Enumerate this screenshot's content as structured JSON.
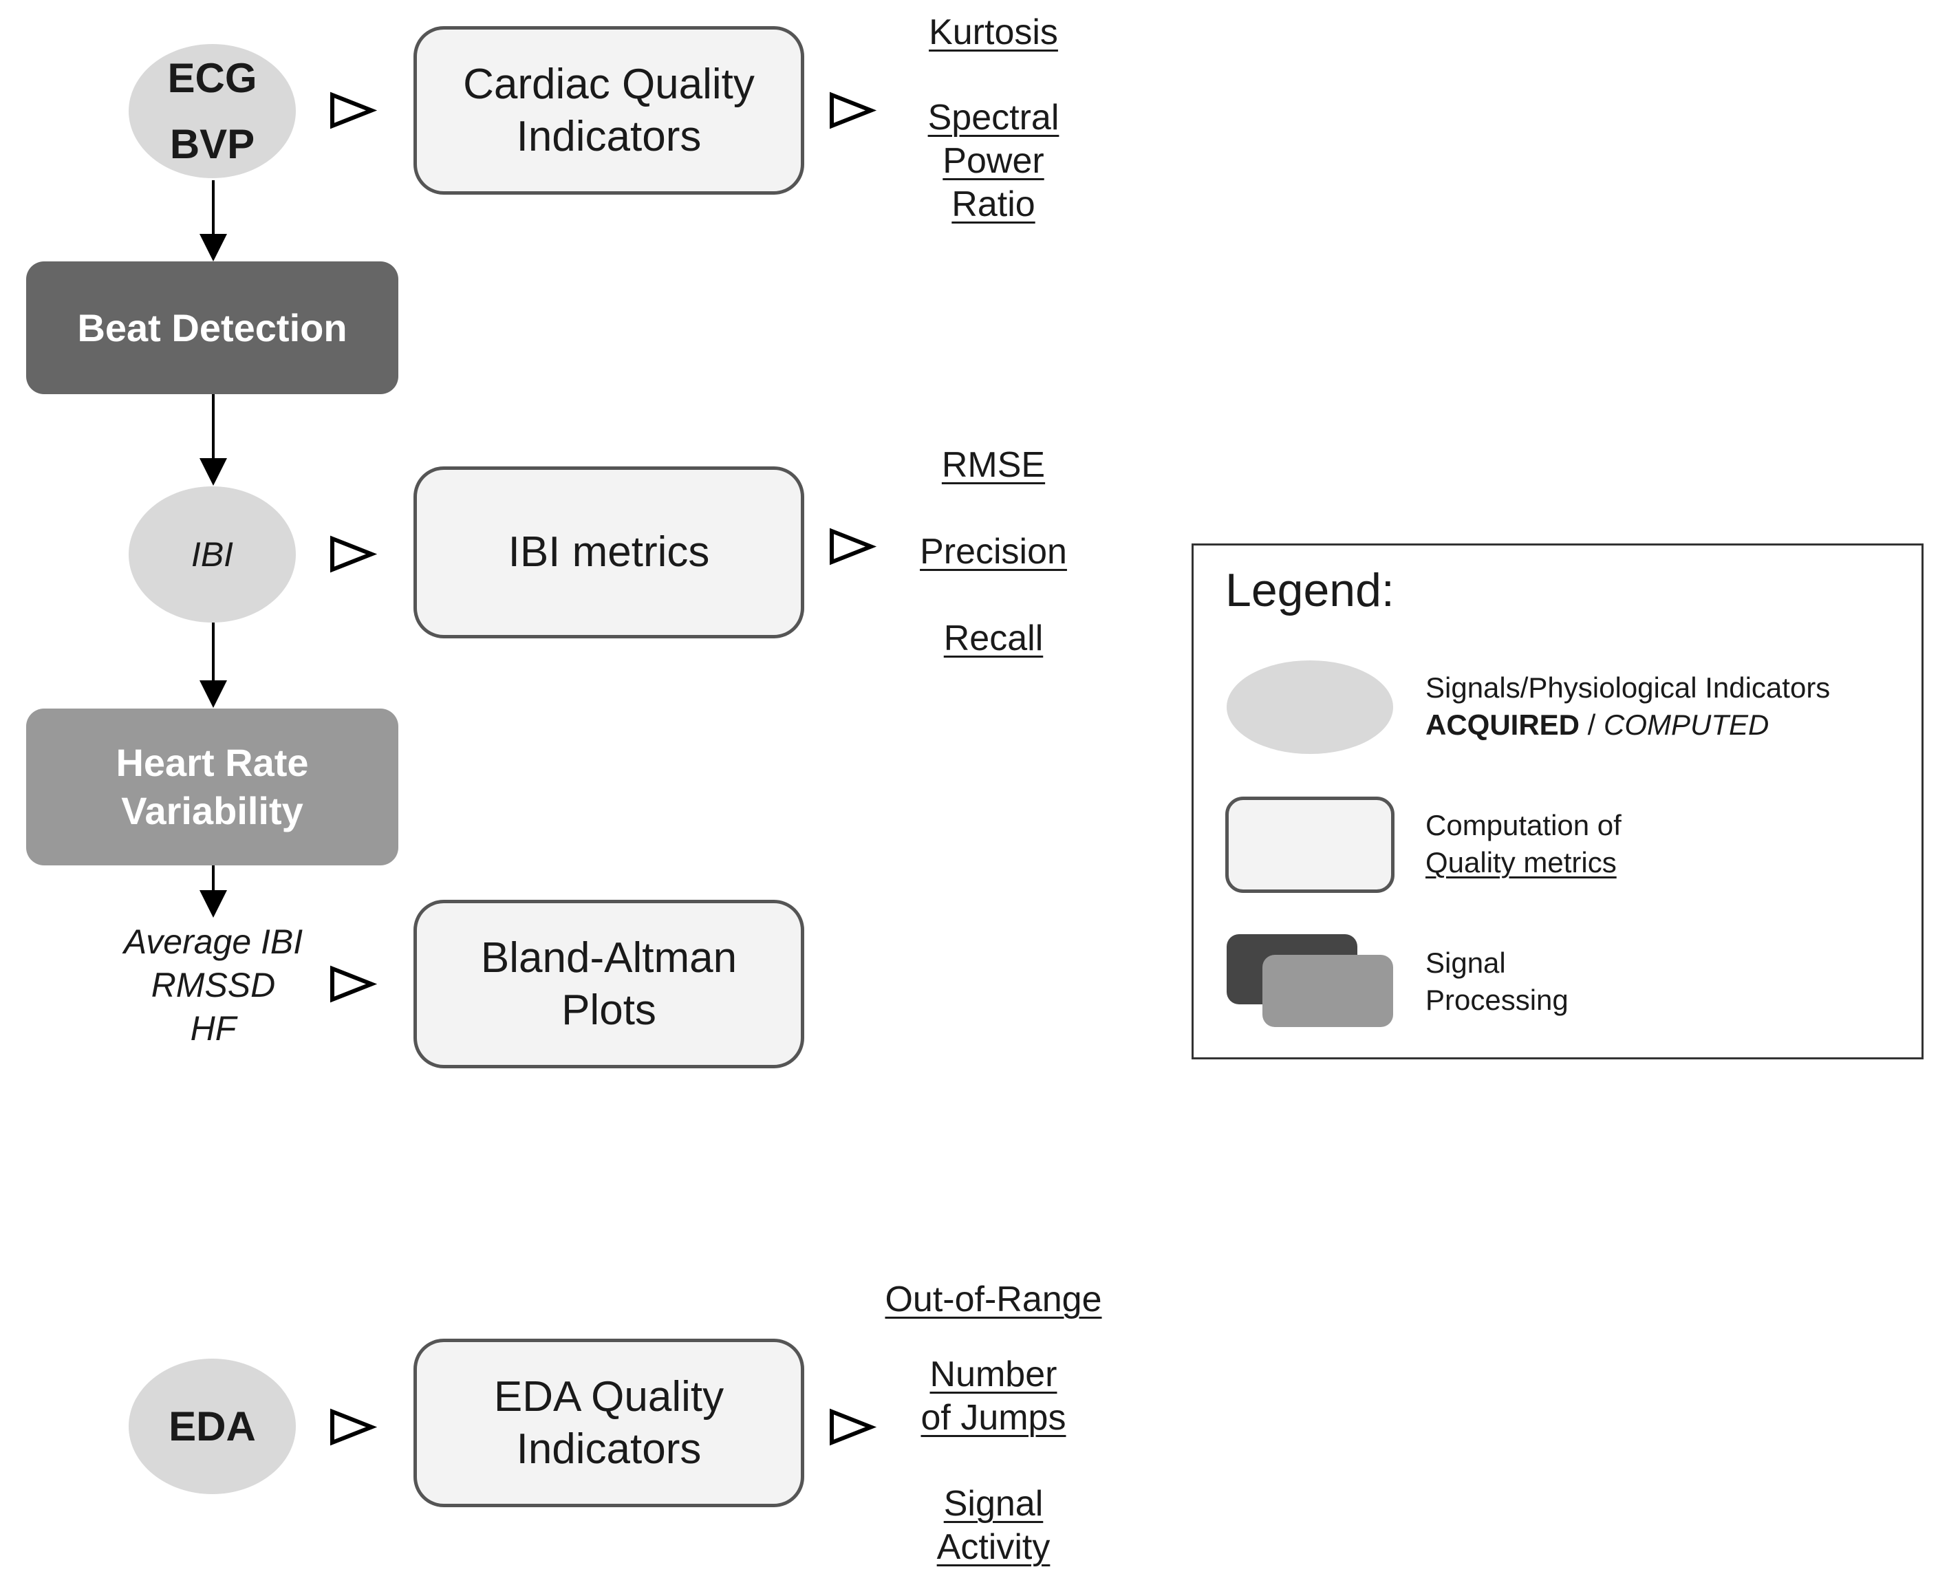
{
  "signals": {
    "cardiac": [
      "ECG",
      "BVP"
    ],
    "ibi": "IBI",
    "eda": "EDA"
  },
  "processing": {
    "beat_detection": "Beat Detection",
    "hrv": [
      "Heart Rate",
      "Variability"
    ]
  },
  "hrv_outputs": [
    "Average IBI",
    "RMSSD",
    "HF"
  ],
  "quality_boxes": {
    "cardiac": [
      "Cardiac Quality",
      "Indicators"
    ],
    "ibi": "IBI metrics",
    "bland_altman": [
      "Bland-Altman",
      "Plots"
    ],
    "eda": [
      "EDA Quality",
      "Indicators"
    ]
  },
  "metrics": {
    "cardiac": {
      "kurtosis": "Kurtosis",
      "spectral": [
        "Spectral",
        "Power",
        "Ratio"
      ]
    },
    "ibi": [
      "RMSE",
      "Precision",
      "Recall"
    ],
    "eda": {
      "out_of_range": "Out-of-Range",
      "jumps": [
        "Number",
        "of Jumps"
      ],
      "activity": [
        "Signal",
        "Activity"
      ]
    }
  },
  "legend": {
    "title": "Legend:",
    "signals_line1": "Signals/Physiological Indicators",
    "acquired": "ACQUIRED",
    "separator": " / ",
    "computed": "COMPUTED",
    "computation_line1": "Computation of",
    "computation_line2": "Quality metrics",
    "processing_line1": "Signal",
    "processing_line2": "Processing"
  }
}
